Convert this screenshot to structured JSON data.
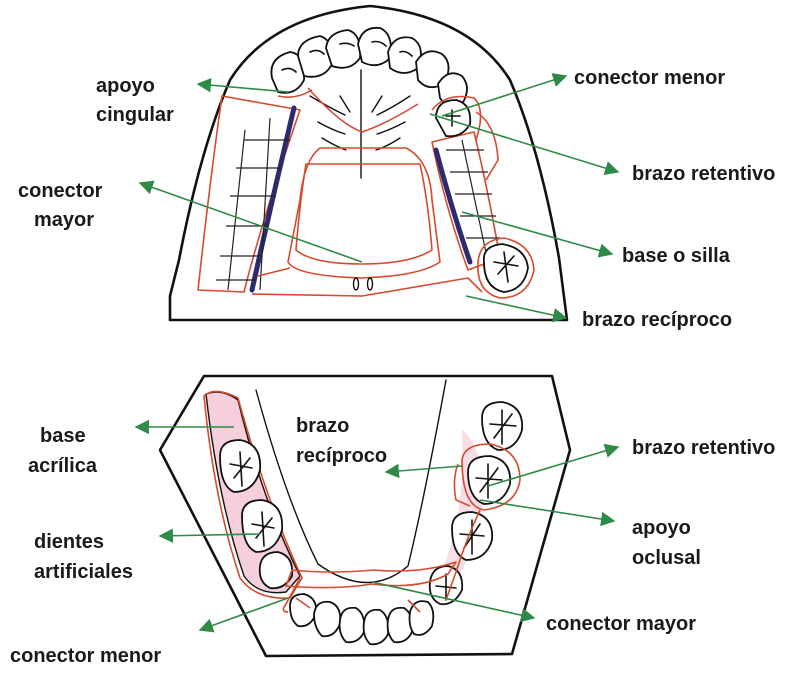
{
  "upper_labels": {
    "apoyo_cingular": [
      "apoyo",
      "cingular"
    ],
    "conector_mayor": [
      "conector",
      "mayor"
    ],
    "conector_menor": "conector menor",
    "brazo_retentivo": "brazo retentivo",
    "base_o_silla": "base o silla",
    "brazo_reciproco": "brazo recíproco"
  },
  "lower_labels": {
    "base_acrilica": [
      "base",
      "acrílica"
    ],
    "brazo_reciproco": [
      "brazo",
      "recíproco"
    ],
    "dientes_artificiales": [
      "dientes",
      "artificiales"
    ],
    "conector_menor": "conector menor",
    "brazo_retentivo": "brazo retentivo",
    "apoyo_oclusal": [
      "apoyo",
      "oclusal"
    ],
    "conector_mayor": "conector mayor"
  },
  "colors": {
    "arrow": "#2e8b47",
    "framework": "#d64a2e",
    "acrylic_base": "#f6cfdc",
    "saddle_edge": "#2b2b6e"
  }
}
